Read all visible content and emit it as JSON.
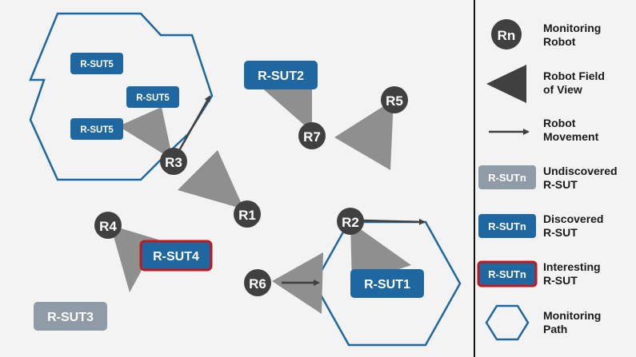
{
  "colors": {
    "background": "#f3f3f3",
    "robot_fill": "#404040",
    "fov_fill": "#8f8f8f",
    "discovered": "#1f67a0",
    "undiscovered": "#8f9ca7",
    "interesting_border": "#c0181c",
    "path_stroke": "#1f67a0",
    "arrow": "#404040",
    "divider": "#111111"
  },
  "robots": [
    {
      "id": "r1",
      "label": "R1"
    },
    {
      "id": "r2",
      "label": "R2"
    },
    {
      "id": "r3",
      "label": "R3"
    },
    {
      "id": "r4",
      "label": "R4"
    },
    {
      "id": "r5",
      "label": "R5"
    },
    {
      "id": "r6",
      "label": "R6"
    },
    {
      "id": "r7",
      "label": "R7"
    }
  ],
  "suts": [
    {
      "id": "sut5a",
      "label": "R-SUT5",
      "state": "discovered"
    },
    {
      "id": "sut5b",
      "label": "R-SUT5",
      "state": "discovered"
    },
    {
      "id": "sut5c",
      "label": "R-SUT5",
      "state": "discovered"
    },
    {
      "id": "sut2",
      "label": "R-SUT2",
      "state": "discovered"
    },
    {
      "id": "sut4",
      "label": "R-SUT4",
      "state": "interesting"
    },
    {
      "id": "sut3",
      "label": "R-SUT3",
      "state": "undiscovered"
    },
    {
      "id": "sut1",
      "label": "R-SUT1",
      "state": "discovered"
    }
  ],
  "legend": {
    "robot_symbol": "Rn",
    "robot_label_1": "Monitoring",
    "robot_label_2": "Robot",
    "fov_label_1": "Robot Field",
    "fov_label_2": "of View",
    "movement_label_1": "Robot",
    "movement_label_2": "Movement",
    "sut_symbol": "R-SUTn",
    "undiscovered_label_1": "Undiscovered",
    "undiscovered_label_2": "R-SUT",
    "discovered_label_1": "Discovered",
    "discovered_label_2": "R-SUT",
    "interesting_label_1": "Interesting",
    "interesting_label_2": "R-SUT",
    "path_label_1": "Monitoring",
    "path_label_2": "Path"
  }
}
